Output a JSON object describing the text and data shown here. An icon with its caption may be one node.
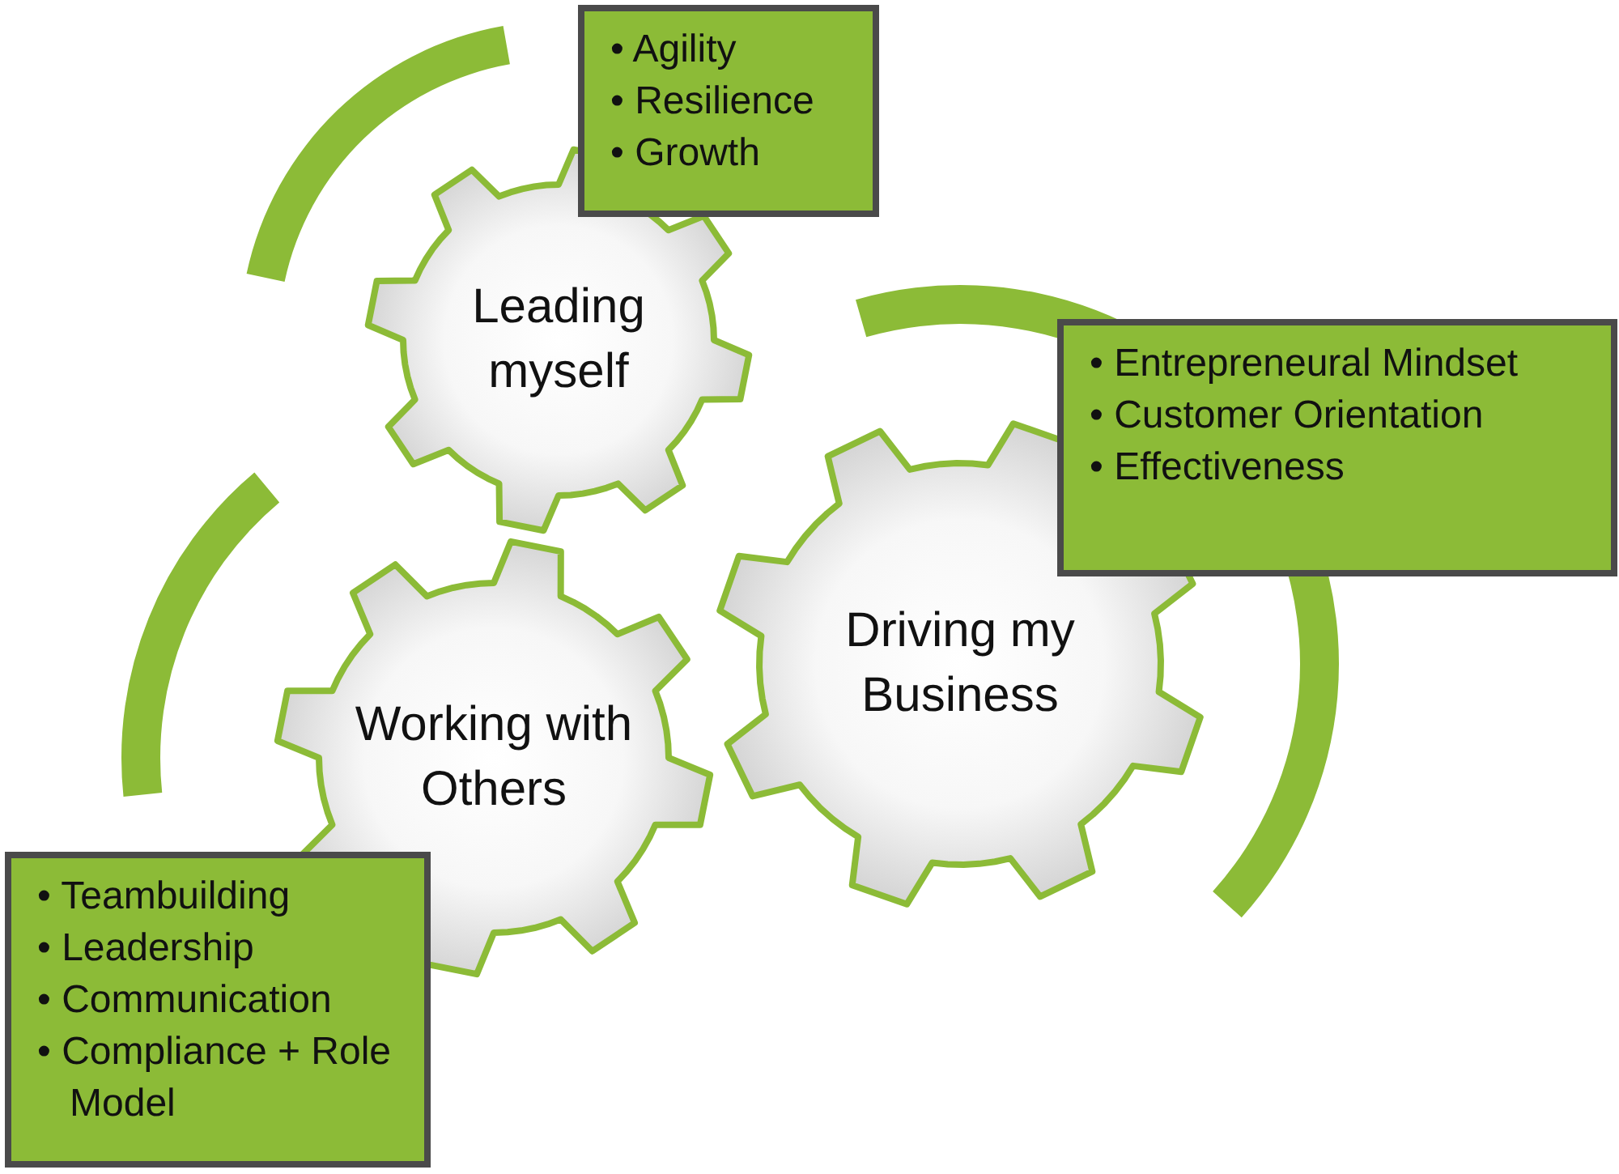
{
  "diagram": {
    "nodes": [
      {
        "text": [
          "• Agility",
          "• Resilience",
          "• Growth"
        ]
      },
      {
        "text": [
          "Leading myself"
        ]
      },
      {
        "text": [
          "• Entrepreneural Mindset",
          "• Customer Orientation",
          "• Effectiveness"
        ]
      },
      {
        "text": [
          "Driving my Business"
        ]
      },
      {
        "text": [
          "Working with Others"
        ]
      },
      {
        "text": [
          "• Teambuilding",
          "• Leadership",
          "• Communication",
          "• Compliance + Role Model"
        ]
      }
    ]
  }
}
